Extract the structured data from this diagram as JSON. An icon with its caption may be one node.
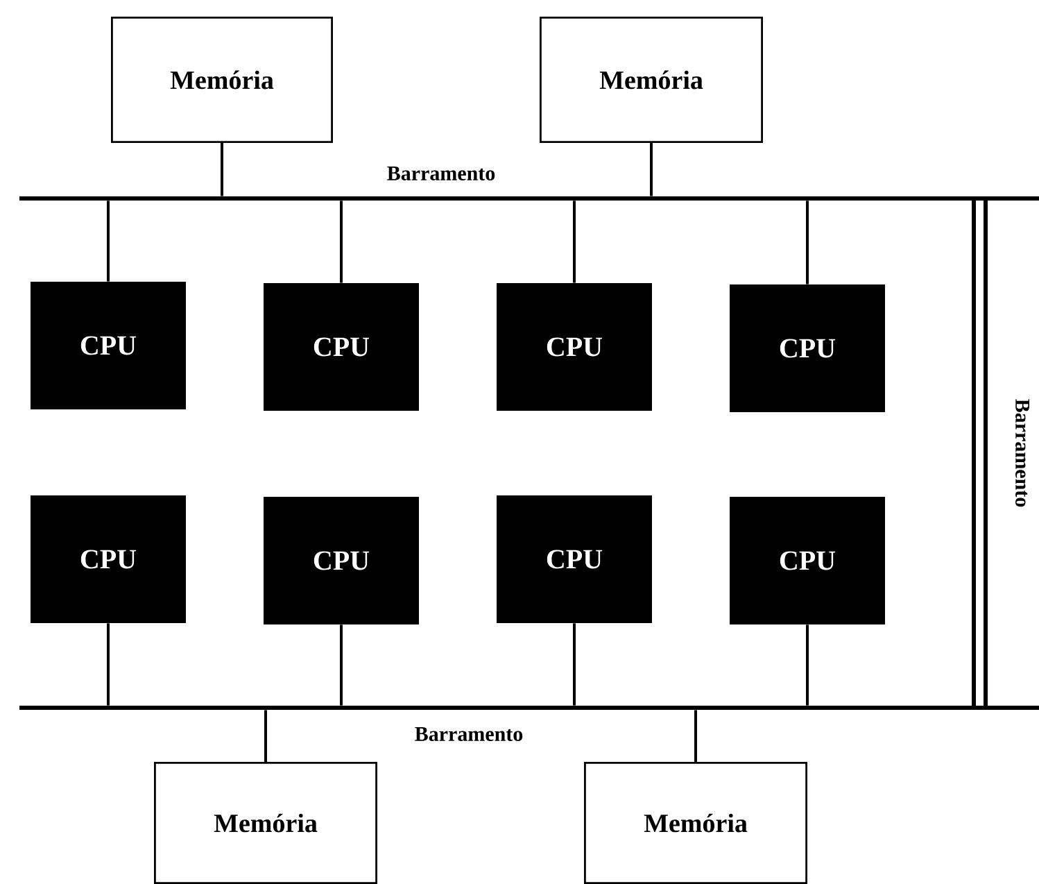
{
  "diagram": {
    "nodes": [
      {
        "text": [
          "Memória"
        ]
      },
      {
        "text": [
          "Memória"
        ]
      },
      {
        "text": [
          "Barramento"
        ]
      },
      {
        "text": [
          "CPU"
        ]
      },
      {
        "text": [
          "CPU"
        ]
      },
      {
        "text": [
          "CPU"
        ]
      },
      {
        "text": [
          "CPU"
        ]
      },
      {
        "text": [
          "Barramento"
        ]
      },
      {
        "text": [
          "CPU"
        ]
      },
      {
        "text": [
          "CPU"
        ]
      },
      {
        "text": [
          "CPU"
        ]
      },
      {
        "text": [
          "CPU"
        ]
      },
      {
        "text": [
          "Barramento"
        ]
      },
      {
        "text": [
          "Memória"
        ]
      },
      {
        "text": [
          "Memória"
        ]
      }
    ],
    "edges": [
      {
        "from": 0,
        "to": 2,
        "arrow": "none"
      },
      {
        "from": 1,
        "to": 2,
        "arrow": "none"
      },
      {
        "from": 2,
        "to": 3,
        "arrow": "none"
      },
      {
        "from": 2,
        "to": 4,
        "arrow": "none"
      },
      {
        "from": 2,
        "to": 5,
        "arrow": "none"
      },
      {
        "from": 2,
        "to": 6,
        "arrow": "none"
      },
      {
        "from": 8,
        "to": 12,
        "arrow": "none"
      },
      {
        "from": 9,
        "to": 12,
        "arrow": "none"
      },
      {
        "from": 10,
        "to": 12,
        "arrow": "none"
      },
      {
        "from": 11,
        "to": 12,
        "arrow": "none"
      },
      {
        "from": 12,
        "to": 13,
        "arrow": "none"
      },
      {
        "from": 12,
        "to": 14,
        "arrow": "none"
      }
    ]
  }
}
